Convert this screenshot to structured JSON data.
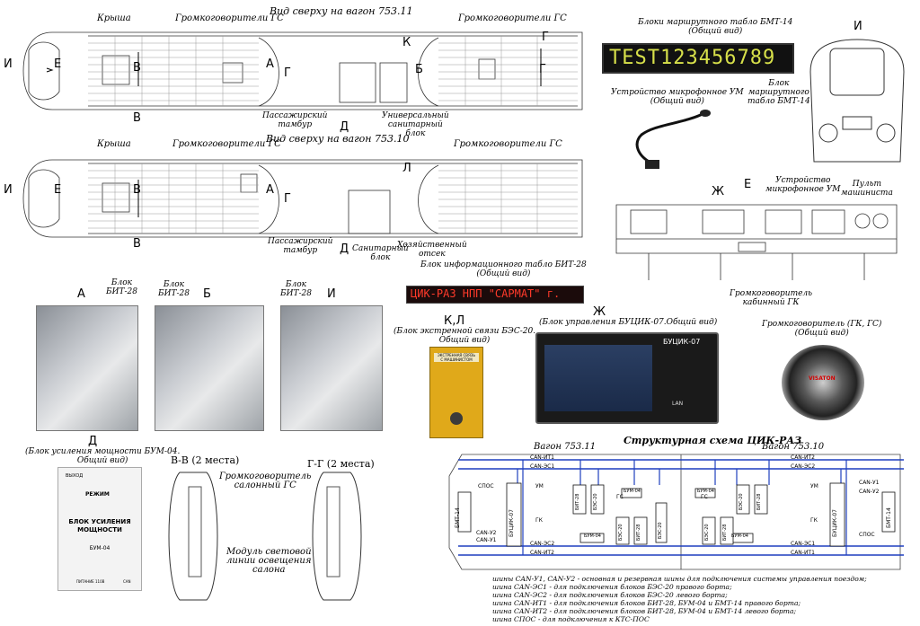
{
  "top": {
    "title_11": "Вид сверху на вагон 753.11",
    "title_10": "Вид сверху на вагон 753.10",
    "roof": "Крыша",
    "speakers": "Громкоговорители ГС",
    "tambour": "Пассажирский\nтамбур",
    "univ_sanit": "Универсальный\nсанитарный\nблок",
    "sanit": "Санитарный\nблок",
    "utility": "Хозяйственный\nотсек"
  },
  "letters": {
    "I": "И",
    "E": "Е",
    "V": "В",
    "A": "А",
    "G": "Г",
    "D": "Д",
    "B": "Б",
    "K": "К",
    "L": "Л",
    "ZH": "Ж"
  },
  "bmt": {
    "caption": "Блоки маршрутного табло БМТ-14\n(Общий вид)",
    "display": "TEST123456789",
    "label_right": "Блок\nмаршрутного\nтабло БМТ-14"
  },
  "mic": {
    "caption": "Устройство микрофонное УМ\n(Общий вид)",
    "label": "Устройство\nмикрофонное УМ"
  },
  "console": {
    "label": "Пульт\nмашиниста",
    "speaker": "Громкоговоритель\nкабинный ГК"
  },
  "bit": {
    "caption": "Блок информационного табло БИТ-28\n(Общий вид)",
    "display": "ЦИК-РАЗ НПП \"САРМАТ\" г."
  },
  "photos": {
    "label": "Блок\nБИТ-28",
    "a": "А",
    "b": "Б",
    "i": "И"
  },
  "bes": {
    "title": "К,Л",
    "caption": "(Блок экстренной связи БЭС-20.\nОбщий вид)",
    "plate": "ЭКСТРЕННАЯ СВЯЗЬ\nС МАШИНИСТОМ"
  },
  "butsik": {
    "title": "Ж",
    "caption": "(Блок управления БУЦИК-07.Общий вид)",
    "brand": "БУЦИК-07",
    "lan": "LAN"
  },
  "loud": {
    "caption": "Громкоговоритель (ГК, ГС)\n(Общий вид)",
    "brand": "VISATON"
  },
  "bum": {
    "title": "Д",
    "caption": "(Блок усиления мощности БУМ-04.\nОбщий вид)",
    "exit": "ВЫХОД",
    "mode": "РЕЖИМ",
    "name": "БЛОК УСИЛЕНИЯ\nМОЩНОСТИ",
    "model": "БУМ-04",
    "power": "ПИТАНИЕ 110В",
    "can": "CAN"
  },
  "sections": {
    "vv": "В-В (2 места)",
    "gg": "Г-Г (2 места)",
    "speaker": "Громкоговоритель\nсалонный ГС",
    "module": "Модуль световой\nлинии освещения\nсалона"
  },
  "schema": {
    "title": "Структурная схема ЦИК-РАЗ",
    "wagon11": "Вагон 753.11",
    "wagon10": "Вагон 753.10",
    "bus": {
      "it1": "CAN-ИТ1",
      "es1": "CAN-ЭС1",
      "it2": "CAN-ИТ2",
      "es2": "CAN-ЭС2",
      "u1": "CAN-У1",
      "u2": "CAN-У2"
    },
    "blocks": {
      "bmt": "БМТ-14",
      "butsik": "БУЦИК-07",
      "bit": "БИТ-28",
      "bes": "БЭС-20",
      "bum": "БУМ-04"
    },
    "sig": {
      "spos": "СПОС",
      "um": "УМ",
      "gk": "ГК",
      "gs": "ГС"
    }
  },
  "notes": [
    "шины CAN-У1, CAN-У2 - основная и резервная шины для подключения системы управления поездом;",
    "шина CAN-ЭС1 - для подключения блоков БЭС-20 правого борта;",
    "шина CAN-ЭС2 - для подключения блоков БЭС-20 левого борта;",
    "шина CAN-ИТ1 - для подключения блоков БИТ-28, БУМ-04 и БМТ-14 правого борта;",
    "шина CAN-ИТ2 - для подключения блоков БИТ-28, БУМ-04 и БМТ-14 левого борта;",
    "шина СПОС - для подключения к КТС-ПОС"
  ]
}
